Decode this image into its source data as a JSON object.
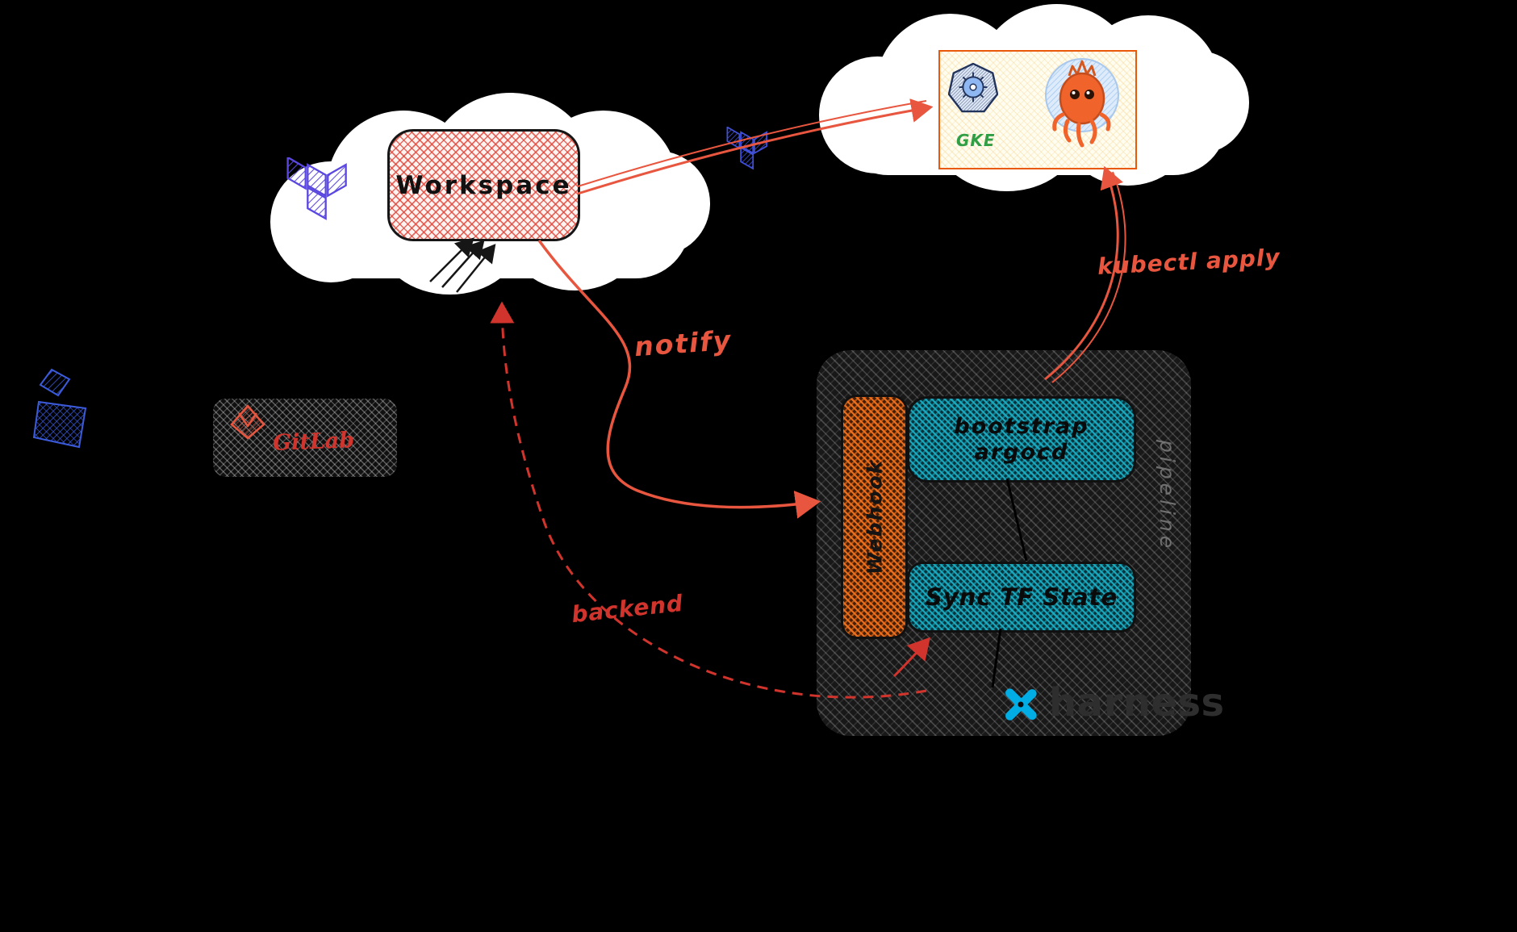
{
  "diagram": {
    "workspace_label": "Workspace",
    "gke_label": "GKE",
    "repo_label": "GitLab",
    "webhook_label": "Webhook",
    "bootstrap_line1": "bootstrap",
    "bootstrap_line2": "argocd",
    "sync_label": "Sync TF State",
    "notify_label": "notify",
    "kubectl_label": "kubectl apply",
    "backend_label": "backend",
    "harness_label": "harness",
    "pipeline_label": "pipeline"
  },
  "icons": {
    "terraform-icon": "terraform isometric blocks, purple crosshatch",
    "terraform-icon-small": "terraform isometric blocks, indigo crosshatch",
    "kubernetes-icon": "kubernetes heptagon with helm wheel",
    "argocd-icon": "argo orange octopus mascot in light blue halo",
    "gitlab-icon": "orange diamond tanuki",
    "harness-icon": "harness blue mark",
    "blue-scribble-icon": "blue crosshatched sketch shape",
    "cloud-shape": "white cloud blob"
  },
  "colors": {
    "background": "#000000",
    "accent_orange": "#e8563f",
    "accent_red": "#d0342c",
    "teal": "#1aacc2",
    "webhook_orange": "#f0701c",
    "terraform_purple": "#5b48e0",
    "terraform_indigo": "#4150d8",
    "kubernetes_navy": "#22335c",
    "gke_green": "#2f9e44",
    "argo_orange": "#f0642c",
    "harness_blue": "#00ade4",
    "gitlab_orange": "#e8563f"
  }
}
